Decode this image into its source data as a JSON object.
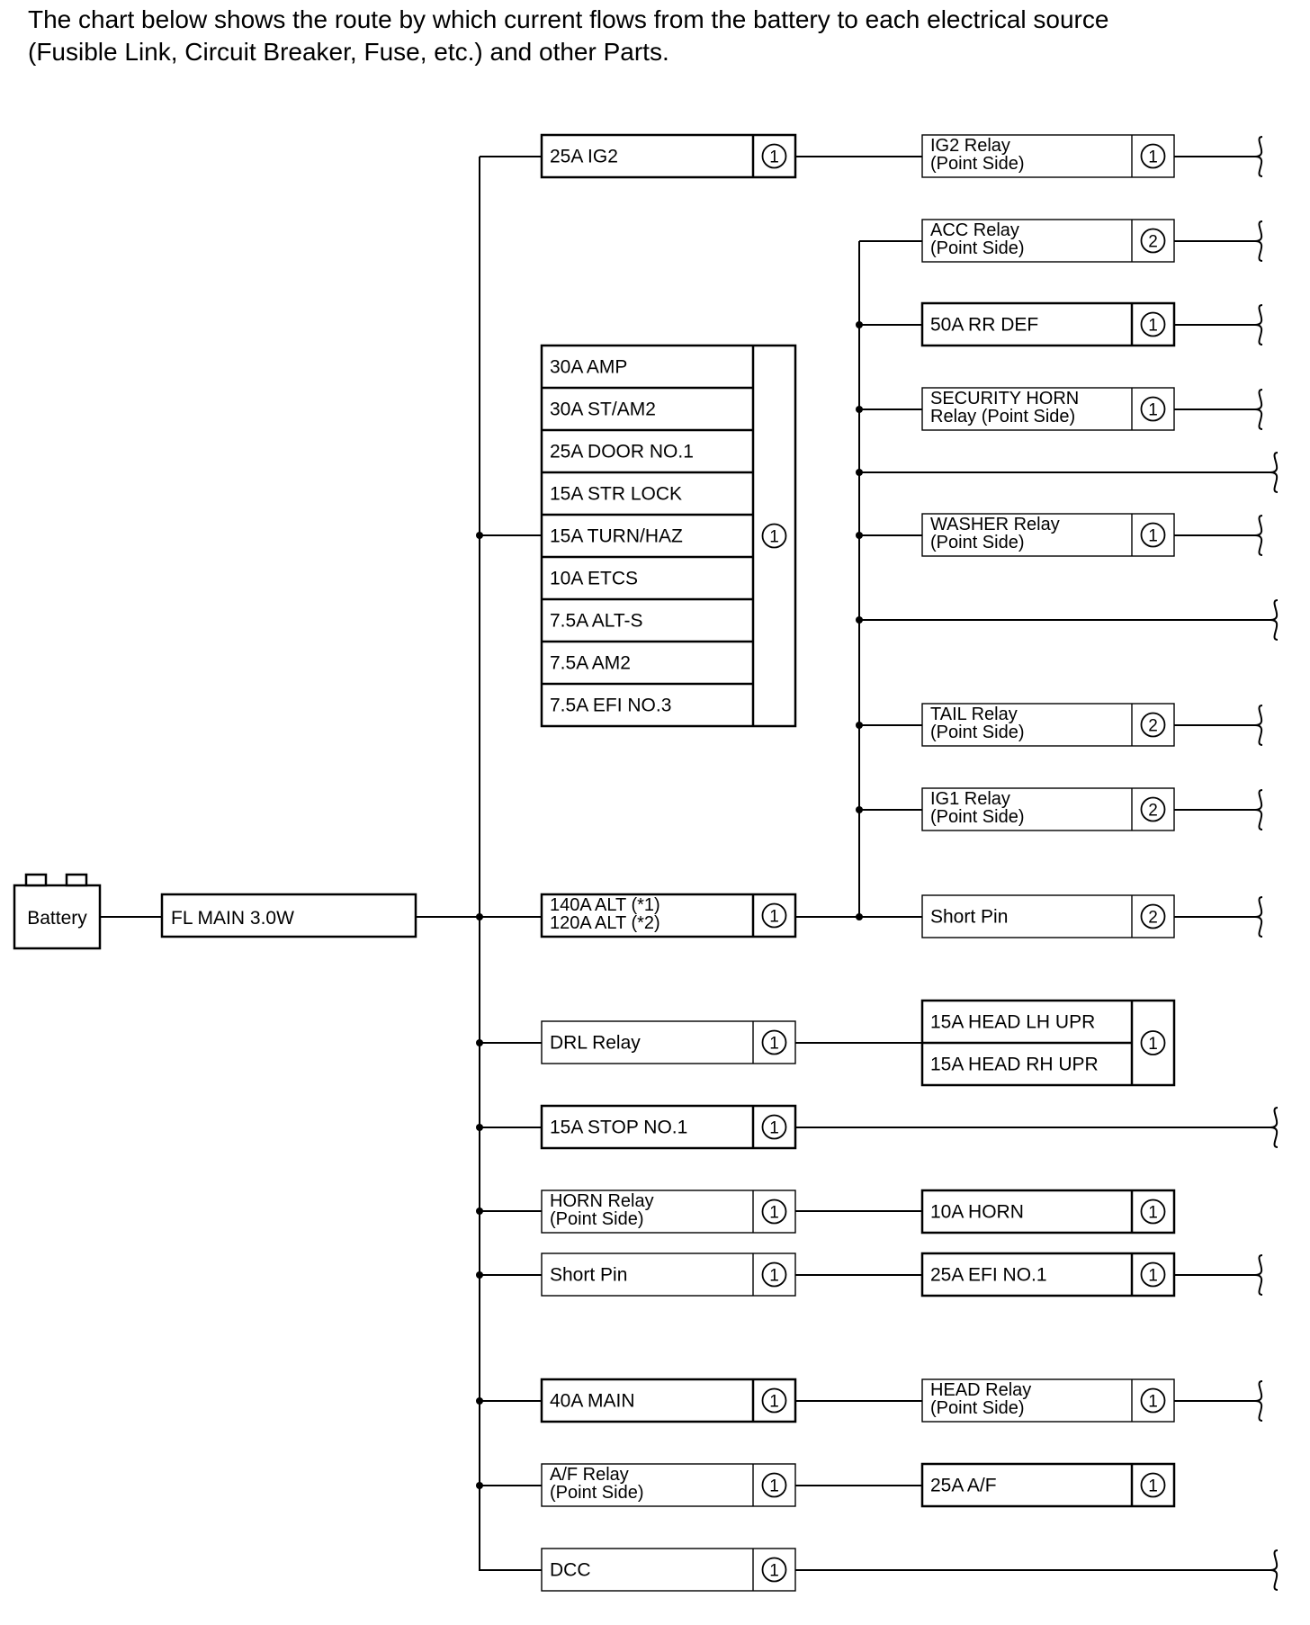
{
  "intro": {
    "line1": "The chart below shows the route by which current flows from the battery to each electrical source",
    "line2": "(Fusible Link, Circuit Breaker, Fuse, etc.) and other Parts."
  },
  "battery": {
    "label": "Battery"
  },
  "main_link": {
    "label": "FL MAIN 3.0W"
  },
  "fuse_group": {
    "items": [
      "30A AMP",
      "30A ST/AM2",
      "25A DOOR NO.1",
      "15A STR LOCK",
      "15A TURN/HAZ",
      "10A ETCS",
      "7.5A ALT-S",
      "7.5A AM2",
      "7.5A EFI NO.3"
    ],
    "marker": "1"
  },
  "col2": {
    "ig2": {
      "lines": [
        "25A IG2"
      ],
      "marker": "1"
    },
    "alt": {
      "lines": [
        "140A ALT (*1)",
        "120A ALT (*2)"
      ],
      "marker": "1"
    },
    "drl": {
      "lines": [
        "DRL Relay"
      ],
      "marker": "1"
    },
    "stop": {
      "lines": [
        "15A STOP NO.1"
      ],
      "marker": "1"
    },
    "horn_relay": {
      "lines": [
        "HORN Relay",
        "(Point Side)"
      ],
      "marker": "1"
    },
    "short_pin": {
      "lines": [
        "Short Pin"
      ],
      "marker": "1"
    },
    "main40": {
      "lines": [
        "40A MAIN"
      ],
      "marker": "1"
    },
    "af_relay": {
      "lines": [
        "A/F Relay",
        "(Point Side)"
      ],
      "marker": "1"
    },
    "dcc": {
      "lines": [
        "DCC"
      ],
      "marker": "1"
    }
  },
  "col3": {
    "ig2_relay": {
      "lines": [
        "IG2 Relay",
        "(Point Side)"
      ],
      "marker": "1"
    },
    "acc_relay": {
      "lines": [
        "ACC Relay",
        "(Point Side)"
      ],
      "marker": "2"
    },
    "rr_def": {
      "lines": [
        "50A RR DEF"
      ],
      "marker": "1"
    },
    "security_horn": {
      "lines": [
        "SECURITY HORN",
        "Relay (Point Side)"
      ],
      "marker": "1"
    },
    "washer_relay": {
      "lines": [
        "WASHER Relay",
        "(Point Side)"
      ],
      "marker": "1"
    },
    "tail_relay": {
      "lines": [
        "TAIL Relay",
        "(Point Side)"
      ],
      "marker": "2"
    },
    "ig1_relay": {
      "lines": [
        "IG1 Relay",
        "(Point Side)"
      ],
      "marker": "2"
    },
    "short_pin2": {
      "lines": [
        "Short Pin"
      ],
      "marker": "2"
    },
    "head_upr": {
      "items": [
        "15A HEAD LH UPR",
        "15A HEAD RH UPR"
      ],
      "marker": "1"
    },
    "horn10": {
      "lines": [
        "10A HORN"
      ],
      "marker": "1"
    },
    "efi1": {
      "lines": [
        "25A EFI NO.1"
      ],
      "marker": "1"
    },
    "head_relay": {
      "lines": [
        "HEAD Relay",
        "(Point Side)"
      ],
      "marker": "1"
    },
    "af25": {
      "lines": [
        "25A A/F"
      ],
      "marker": "1"
    }
  }
}
